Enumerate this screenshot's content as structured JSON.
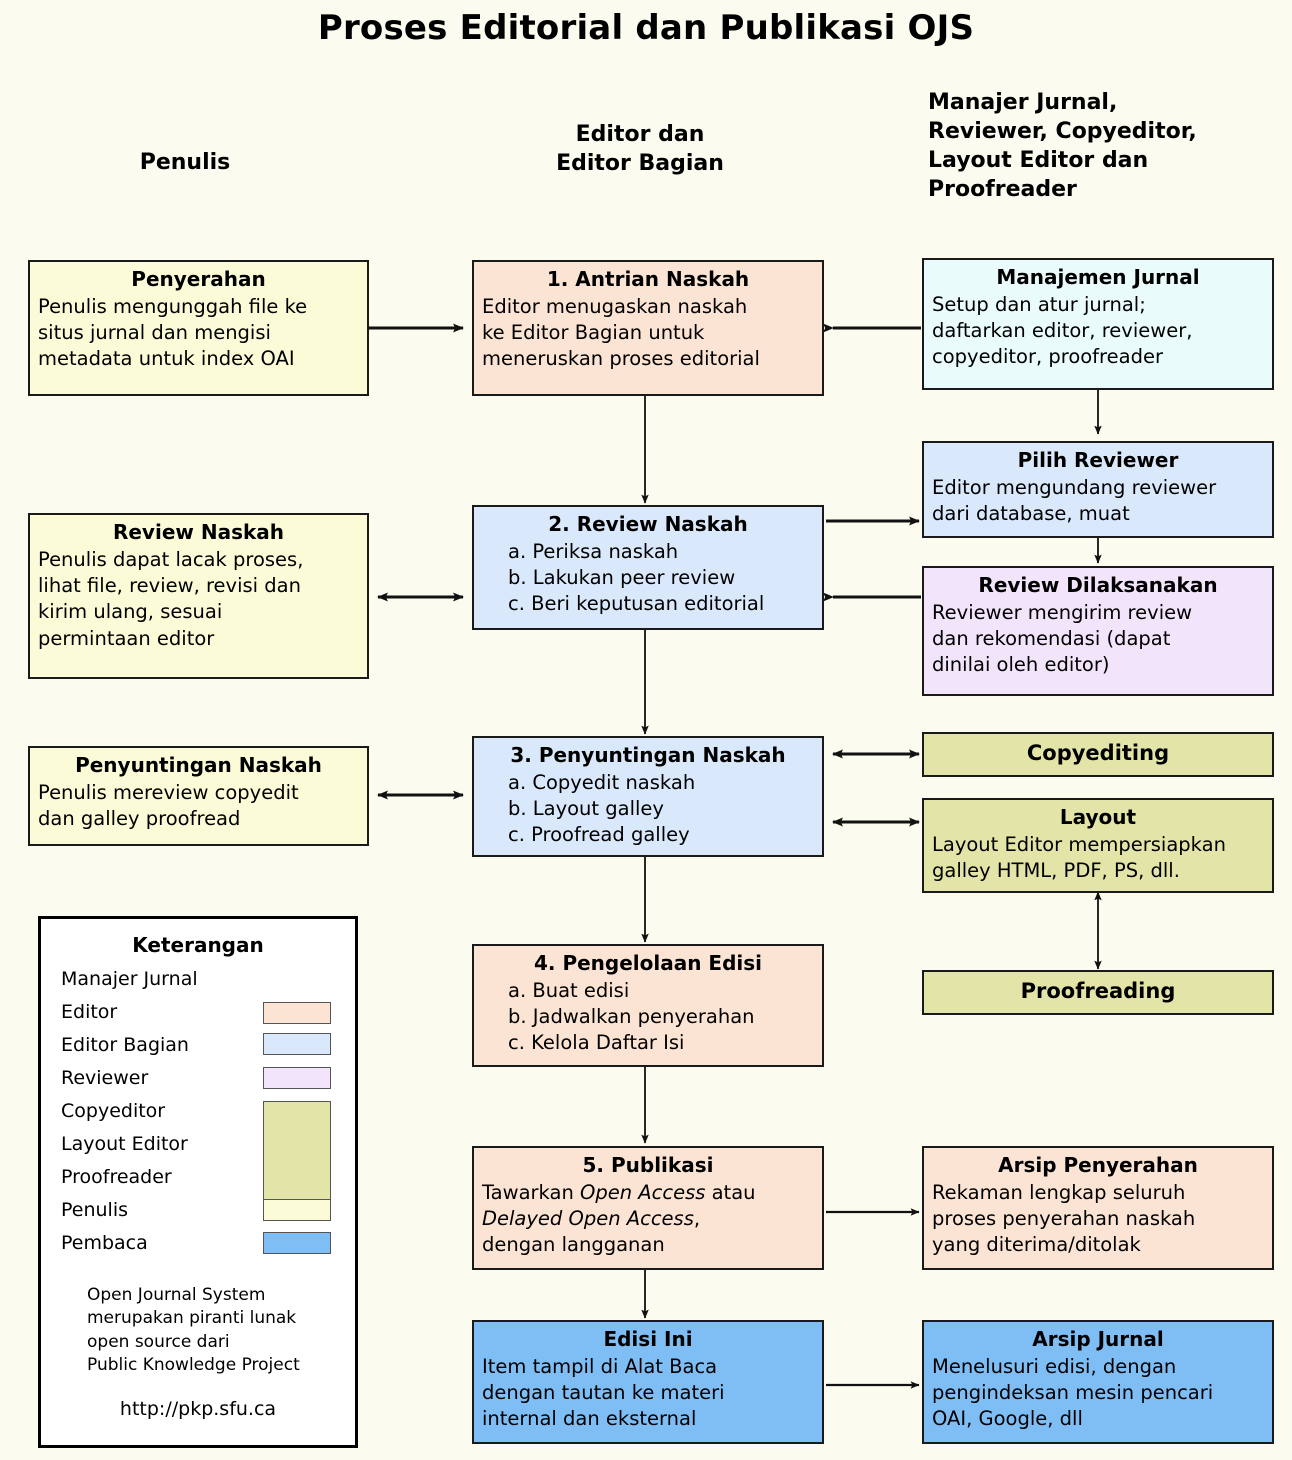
{
  "title": "Proses Editorial dan Publikasi OJS",
  "background": "#fbfbef",
  "column_headers": [
    {
      "name": "penulis",
      "text": "Penulis"
    },
    {
      "name": "editor",
      "line1": "Editor dan",
      "line2": "Editor Bagian"
    },
    {
      "name": "others",
      "line1": "Manajer Jurnal,",
      "line2": "Reviewer, Copyeditor,",
      "line3": "Layout Editor dan",
      "line4": "Proofreader"
    }
  ],
  "colors": {
    "author": "#fbfbd8",
    "editor": "#fbe4d3",
    "section_editor": "#d9e8fb",
    "reviewer": "#f2e5fb",
    "copyeditor": "#e2e4a8",
    "reader": "#7fbdf5",
    "journal_manager": "#eafbfb",
    "border": "#1a1a1a",
    "background": "#fbfbef"
  },
  "boxes": {
    "penyerahan": {
      "title": "Penyerahan",
      "lines": [
        "Penulis mengunggah file ke",
        "situs jurnal dan mengisi",
        "metadata untuk index OAI"
      ]
    },
    "antrian_naskah": {
      "title": "1. Antrian Naskah",
      "lines": [
        "Editor menugaskan naskah",
        "ke Editor Bagian untuk",
        "meneruskan proses editorial"
      ]
    },
    "manajemen_jurnal": {
      "title": "Manajemen Jurnal",
      "lines": [
        "Setup dan atur jurnal;",
        "daftarkan editor, reviewer,",
        "copyeditor, proofreader"
      ]
    },
    "pilih_reviewer": {
      "title": "Pilih Reviewer",
      "lines": [
        "Editor mengundang reviewer",
        "dari database, muat"
      ]
    },
    "review_naskah_penulis": {
      "title": "Review Naskah",
      "lines": [
        "Penulis dapat lacak proses,",
        "lihat file, review, revisi dan",
        "kirim ulang, sesuai",
        "permintaan editor"
      ]
    },
    "review_naskah": {
      "title": "2. Review Naskah",
      "lines": [
        "a. Periksa naskah",
        "b. Lakukan peer review",
        "c. Beri keputusan editorial"
      ]
    },
    "review_dilaksanakan": {
      "title": "Review Dilaksanakan",
      "lines": [
        "Reviewer mengirim review",
        "dan rekomendasi (dapat",
        "dinilai oleh editor)"
      ]
    },
    "penyuntingan_naskah_penulis": {
      "title": "Penyuntingan Naskah",
      "lines": [
        "Penulis mereview copyedit",
        "dan galley proofread"
      ]
    },
    "penyuntingan_naskah": {
      "title": "3. Penyuntingan Naskah",
      "lines": [
        "a. Copyedit naskah",
        "b. Layout galley",
        "c. Proofread galley"
      ]
    },
    "copyediting": {
      "title": "Copyediting",
      "lines": []
    },
    "layout": {
      "title": "Layout",
      "lines": [
        "Layout Editor mempersiapkan",
        "galley HTML, PDF, PS, dll."
      ]
    },
    "proofreading": {
      "title": "Proofreading",
      "lines": []
    },
    "pengelolaan_edisi": {
      "title": "4. Pengelolaan Edisi",
      "lines": [
        "a. Buat edisi",
        "b. Jadwalkan penyerahan",
        "c. Kelola Daftar Isi"
      ]
    },
    "publikasi": {
      "title": "5. Publikasi",
      "line1_a": "Tawarkan ",
      "line1_i": "Open Access",
      "line1_b": " atau",
      "line2_i": "Delayed Open Access",
      "line2_b": ",",
      "line3": "dengan langganan"
    },
    "arsip_penyerahan": {
      "title": "Arsip Penyerahan",
      "lines": [
        "Rekaman lengkap seluruh",
        "proses penyerahan naskah",
        "yang diterima/ditolak"
      ]
    },
    "edisi_ini": {
      "title": "Edisi Ini",
      "lines": [
        "Item tampil di Alat Baca",
        "dengan tautan ke materi",
        "internal dan eksternal"
      ]
    },
    "arsip_jurnal": {
      "title": "Arsip Jurnal",
      "lines": [
        "Menelusuri edisi, dengan",
        "pengindeksan mesin pencari",
        "OAI, Google, dll"
      ]
    }
  },
  "legend": {
    "title": "Keterangan",
    "rows": [
      {
        "label": "Manajer Jurnal",
        "swatch": null
      },
      {
        "label": "Editor",
        "swatch": "#fbe4d3"
      },
      {
        "label": "Editor Bagian",
        "swatch": "#d9e8fb"
      },
      {
        "label": "Reviewer",
        "swatch": "#f2e5fb"
      },
      {
        "label": "Copyeditor",
        "swatch": "#e2e4a8"
      },
      {
        "label": "Layout Editor",
        "swatch": "#e2e4a8"
      },
      {
        "label": "Proofreader",
        "swatch": "#e2e4a8"
      },
      {
        "label": "Penulis",
        "swatch": "#fbfbd8"
      },
      {
        "label": "Pembaca",
        "swatch": "#7fbdf5"
      }
    ],
    "note": [
      "Open Journal System",
      "merupakan piranti lunak",
      "open source dari",
      "Public Knowledge Project"
    ],
    "url": "http://pkp.sfu.ca"
  }
}
